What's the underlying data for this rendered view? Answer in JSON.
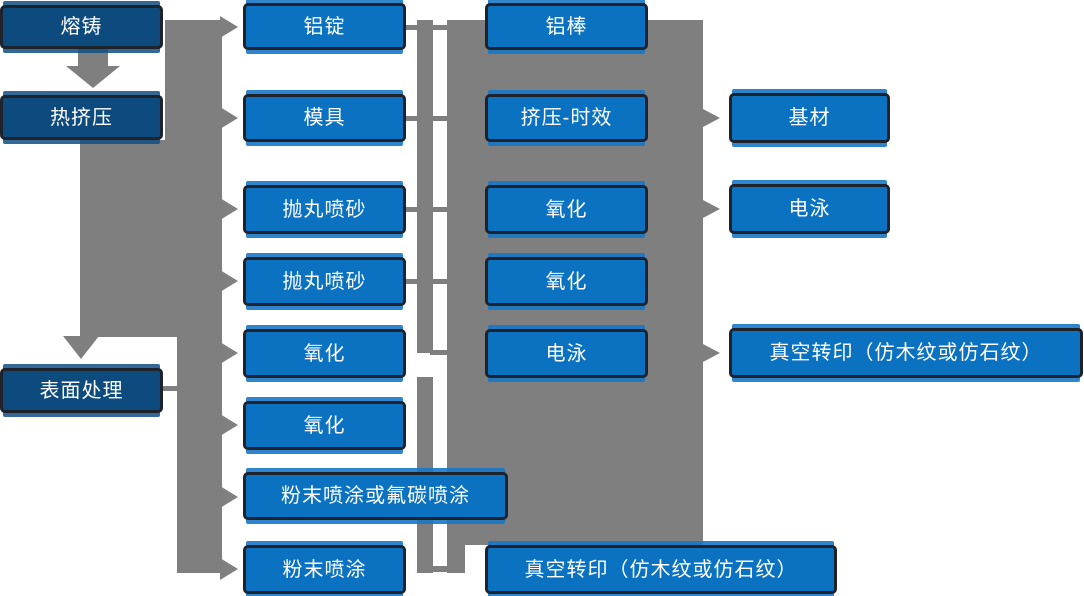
{
  "diagram": {
    "description_labels": {
      "process": [
        "熔铸",
        "热挤压",
        "表面处理"
      ],
      "col2": [
        "铝锭",
        "模具",
        "抛丸喷砂",
        "抛丸喷砂",
        "氧化",
        "氧化",
        "粉末喷涂或氟碳喷涂",
        "粉末喷涂"
      ],
      "col3": [
        "铝棒",
        "挤压-时效",
        "氧化",
        "氧化",
        "电泳",
        "真空转印（仿木纹或仿石纹）"
      ],
      "col4": [
        "基材",
        "电泳",
        "真空转印（仿木纹或仿石纹）"
      ]
    },
    "colors": {
      "stage_node_navy": "#0d4a7e",
      "process_node_blue": "#0b72c2",
      "connector_gray": "#7f7f7f",
      "node_border_dark": "#1d222b",
      "node_text": "#ffffff",
      "background": "#ffffff"
    }
  }
}
